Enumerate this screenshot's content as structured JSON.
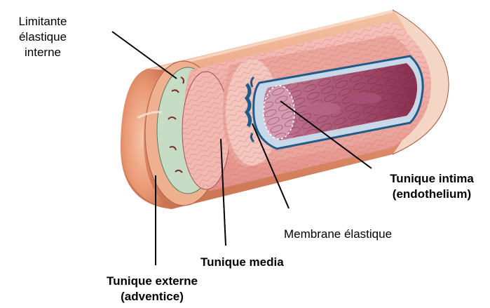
{
  "labels": {
    "limitante_line1": "Limitante",
    "limitante_line2": "élastique",
    "limitante_line3": "interne",
    "intima_line1": "Tunique intima",
    "intima_line2": "(endothelium)",
    "membrane": "Membrane élastique",
    "media": "Tunique media",
    "externe_line1": "Tunique externe",
    "externe_line2": "(adventice)"
  },
  "colors": {
    "adventitia": "#e89470",
    "media": "#efa9a2",
    "intima_lumen": "#9b3a59",
    "elastic_membrane": "#1f5c8a",
    "pointer": "#000000"
  }
}
